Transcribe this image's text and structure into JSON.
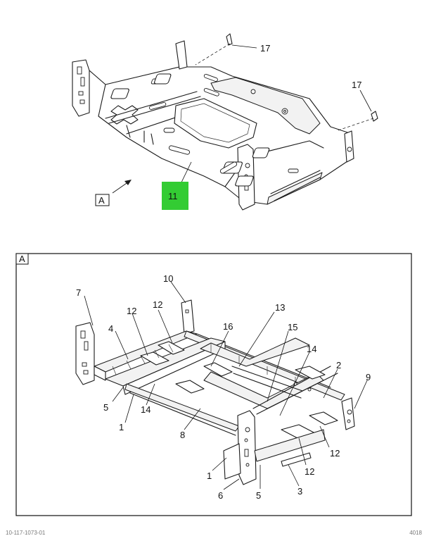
{
  "top_view": {
    "callouts": {
      "c17a": "17",
      "c17b": "17",
      "c11": "11"
    },
    "view_ref": "A",
    "highlight_color": "#33cc33"
  },
  "detail_view": {
    "frame_label": "A",
    "callouts": {
      "c7": "7",
      "c10": "10",
      "c12a": "12",
      "c12b": "12",
      "c13": "13",
      "c4": "4",
      "c16": "16",
      "c15": "15",
      "c14a": "14",
      "c2": "2",
      "c9": "9",
      "c5a": "5",
      "c14b": "14",
      "c1a": "1",
      "c8": "8",
      "c12c": "12",
      "c12d": "12",
      "c1b": "1",
      "c6": "6",
      "c5b": "5",
      "c3": "3"
    }
  },
  "footer": {
    "left": "10-117-1073-01",
    "right": "4018"
  }
}
